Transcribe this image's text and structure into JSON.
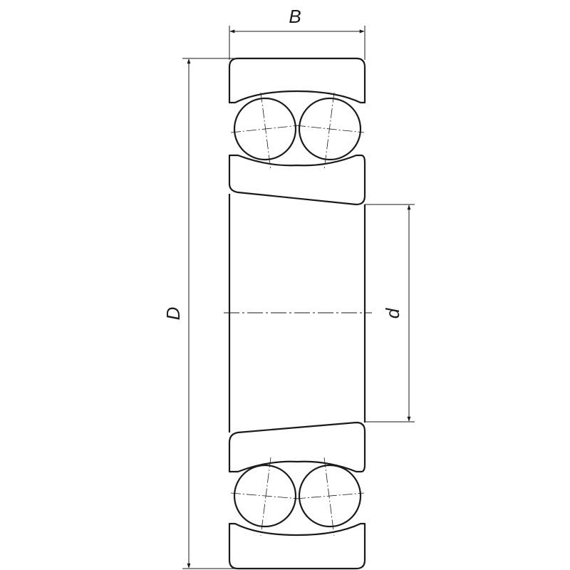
{
  "labels": {
    "width": "B",
    "outer_diameter": "D",
    "bore_diameter": "d"
  }
}
